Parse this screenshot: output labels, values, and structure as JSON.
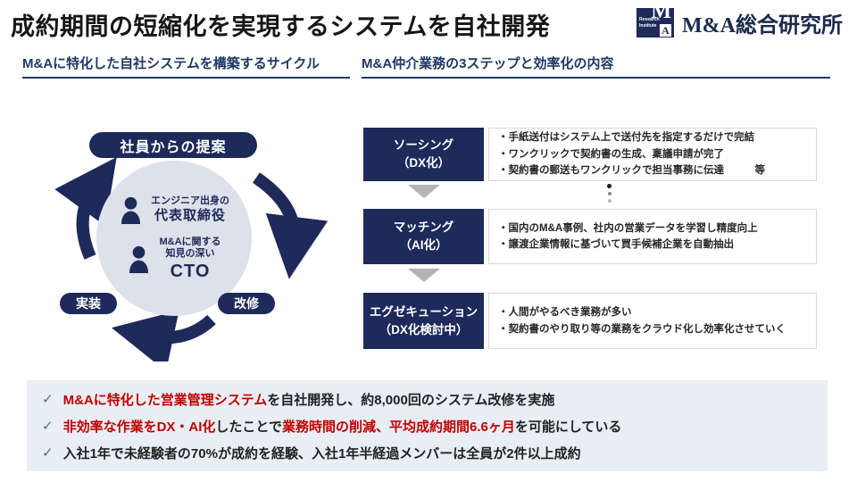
{
  "header": {
    "title": "成約期間の短縮化を実現するシステムを自社開発",
    "logo": {
      "badge_line1": "Research",
      "badge_line2": "Institute",
      "monogram_m": "M",
      "monogram_a": "A",
      "company": "M&A総合研究所"
    }
  },
  "sections": {
    "left_heading": "M&Aに特化した自社システムを構築するサイクル",
    "right_heading": "M&A仲介業務の3ステップと効率化の内容"
  },
  "cycle": {
    "top_label": "社員からの提案",
    "left_label": "実装",
    "right_label": "改修",
    "members": [
      {
        "line1": "エンジニア出身の",
        "line2": "代表取締役"
      },
      {
        "line1": "M&Aに関する",
        "line2": "知見の深い",
        "line3": "CTO"
      }
    ]
  },
  "steps": [
    {
      "label_line1": "ソーシング",
      "label_line2": "（DX化）",
      "bullets": [
        "・手紙送付はシステム上で送付先を指定するだけで完結",
        "・ワンクリックで契約書の生成、稟議申請が完了",
        "・契約書の郵送もワンクリックで担当事務に伝達　　　等"
      ]
    },
    {
      "label_line1": "マッチング",
      "label_line2": "（AI化）",
      "bullets": [
        "・国内のM&A事例、社内の営業データを学習し精度向上",
        "・譲渡企業情報に基づいて買手候補企業を自動抽出"
      ]
    },
    {
      "label_line1": "エグゼキューション",
      "label_line2": "（DX化検討中）",
      "bullets": [
        "・人間がやるべき業務が多い",
        "・契約書のやり取り等の業務をクラウド化し効率化させていく"
      ]
    }
  ],
  "summary": {
    "check": "✓",
    "items": [
      {
        "segments": [
          {
            "text": "M&Aに特化した営業管理システム",
            "emphasis": true
          },
          {
            "text": "を自社開発し、約8,000回のシステム改修を実施",
            "emphasis": false
          }
        ]
      },
      {
        "segments": [
          {
            "text": "非効率な作業をDX・AI化",
            "emphasis": true
          },
          {
            "text": "したことで",
            "emphasis": false
          },
          {
            "text": "業務時間の削減、平均成約期間6.6ヶ月",
            "emphasis": true
          },
          {
            "text": "を可能にしている",
            "emphasis": false
          }
        ]
      },
      {
        "segments": [
          {
            "text": "入社1年で未経験者の70%が成約を経験、入社1年半経過メンバーは全員が2件以上成約",
            "emphasis": false
          }
        ]
      }
    ]
  },
  "colors": {
    "navy": "#1e2a5a",
    "heading_navy": "#1f3864",
    "emphasis_red": "#c00000",
    "check_blue": "#2e75b6",
    "summary_bg": "#e9eef4",
    "circle_gray": "#dde1e9",
    "triangle_gray": "#b3b3b3"
  }
}
